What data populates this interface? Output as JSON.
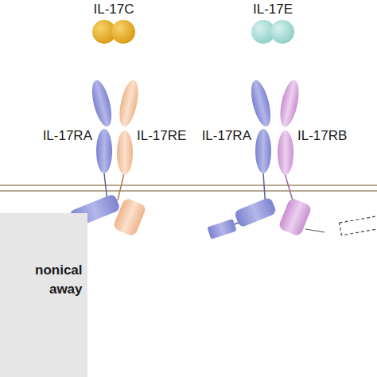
{
  "diagram": {
    "nodes": [
      {
        "text": [
          "nonical away"
        ]
      }
    ],
    "labels": [
      "IL-17C",
      "IL-17E",
      "IL-17RA",
      "IL-17RE",
      "IL-17RA",
      "IL-17RB"
    ]
  }
}
